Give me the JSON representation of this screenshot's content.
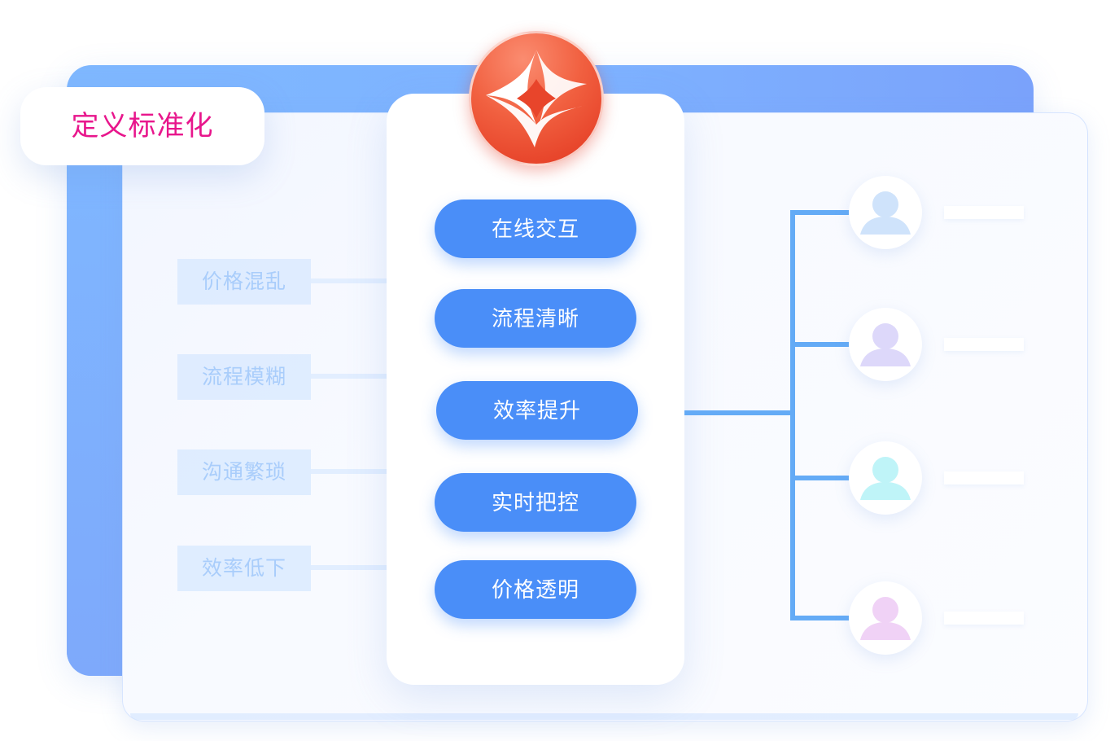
{
  "title": {
    "text": "定义标准化",
    "color": "#e8168c"
  },
  "problems": [
    {
      "label": "价格混乱"
    },
    {
      "label": "流程模糊"
    },
    {
      "label": "沟通繁琐"
    },
    {
      "label": "效率低下"
    }
  ],
  "solutions": [
    {
      "label": "在线交互"
    },
    {
      "label": "流程清晰"
    },
    {
      "label": "效率提升"
    },
    {
      "label": "实时把控"
    },
    {
      "label": "价格透明"
    }
  ],
  "users": [
    {
      "icon": "user-avatar-icon",
      "color": "#cfe3fb"
    },
    {
      "icon": "user-avatar-icon",
      "color": "#ddd8fa"
    },
    {
      "icon": "user-avatar-icon",
      "color": "#bff4f8"
    },
    {
      "icon": "user-avatar-icon",
      "color": "#f0d2f6"
    }
  ],
  "colors": {
    "accent_blue": "#4a8ef8",
    "logo_red": "#e2361f",
    "connector_blue": "#64abf6"
  }
}
